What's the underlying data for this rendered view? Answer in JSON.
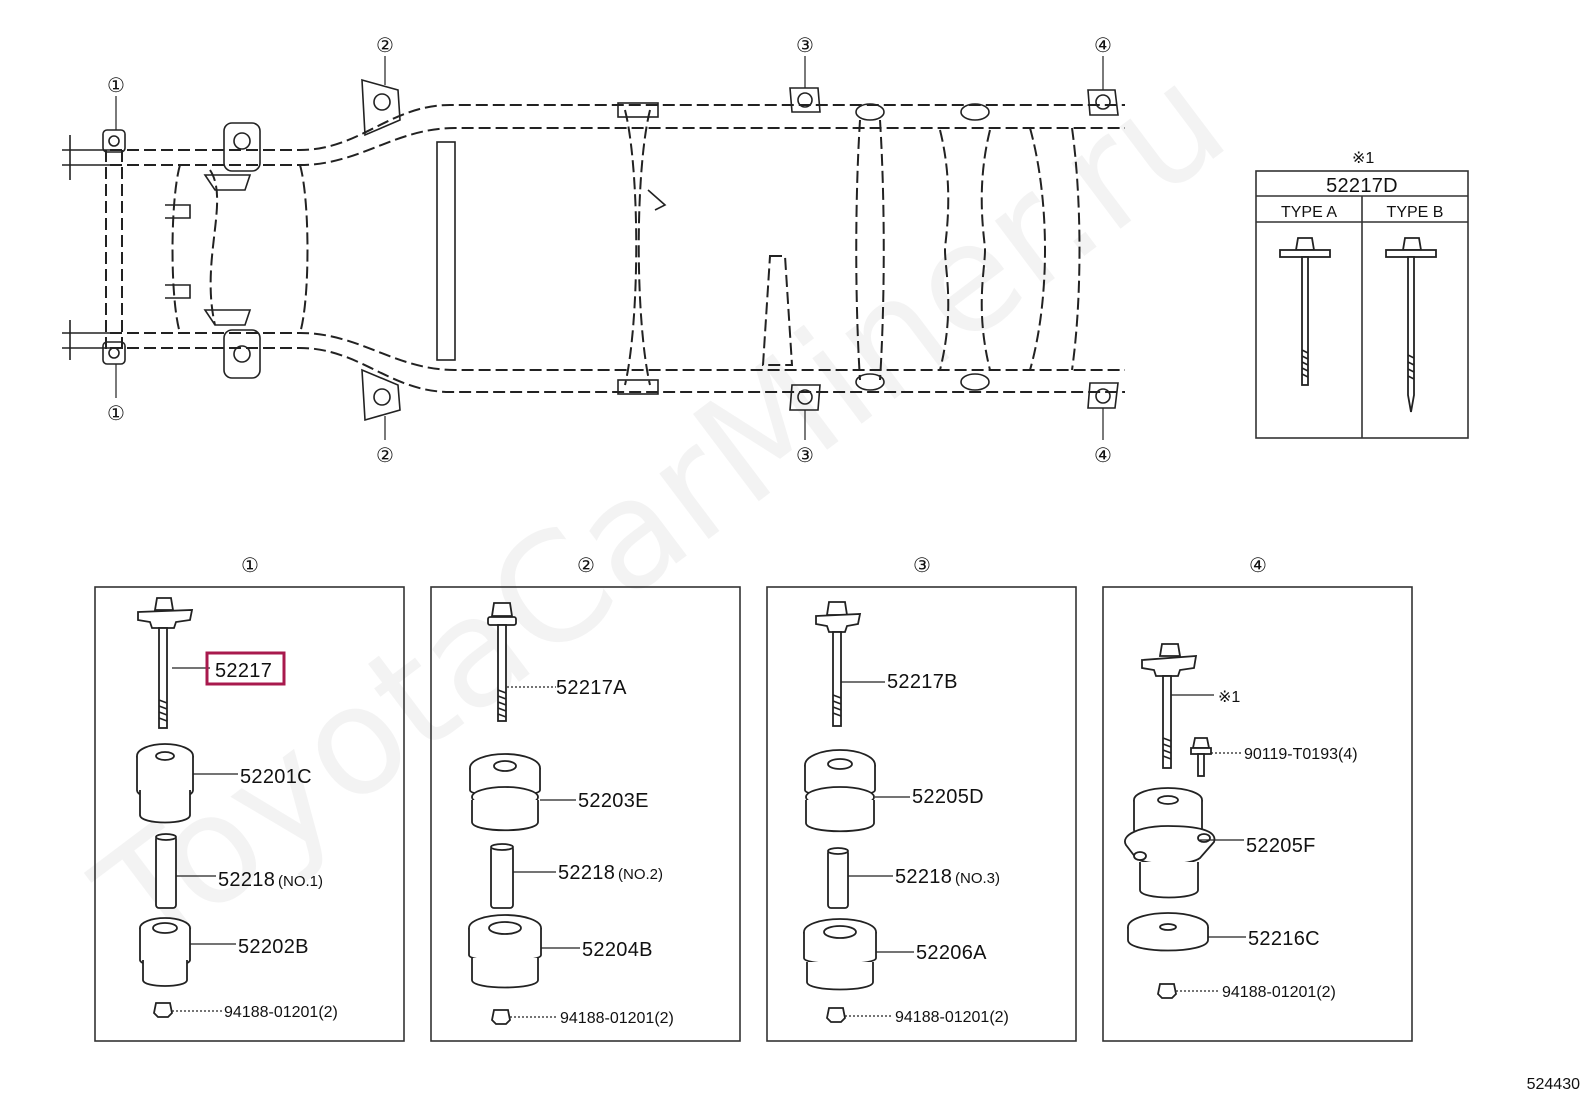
{
  "callouts": {
    "c1": "①",
    "c2": "②",
    "c3": "③",
    "c4": "④"
  },
  "type_table": {
    "note_mark": "※1",
    "part_no": "52217D",
    "col_a": "TYPE A",
    "col_b": "TYPE B"
  },
  "panels": [
    {
      "callout": "①",
      "bolt": "52217",
      "upper": "52201C",
      "spacer": "52218",
      "spacer_note": "(NO.1)",
      "lower": "52202B",
      "nut": "94188-01201(2)"
    },
    {
      "callout": "②",
      "bolt": "52217A",
      "upper": "52203E",
      "spacer": "52218",
      "spacer_note": "(NO.2)",
      "lower": "52204B",
      "nut": "94188-01201(2)"
    },
    {
      "callout": "③",
      "bolt": "52217B",
      "upper": "52205D",
      "spacer": "52218",
      "spacer_note": "(NO.3)",
      "lower": "52206A",
      "nut": "94188-01201(2)"
    },
    {
      "callout": "④",
      "bolt": "※1",
      "screw": "90119-T0193(4)",
      "cushion": "52205F",
      "washer": "52216C",
      "nut": "94188-01201(2)"
    }
  ],
  "highlighted_part": "52217",
  "diagram_ref": "524430",
  "watermark": "ToyotaCarMiner.ru",
  "colors": {
    "highlight": "#a8194d",
    "line": "#222222"
  }
}
